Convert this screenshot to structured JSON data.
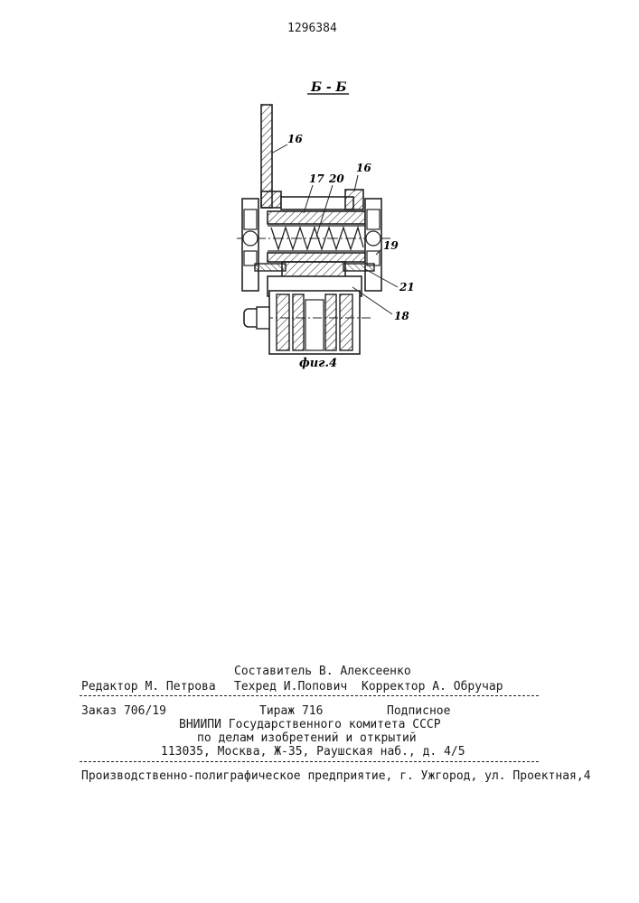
{
  "header": {
    "patent_number": "1296384"
  },
  "figure": {
    "section_label": "Б - Б",
    "caption": "фиг.4",
    "callouts": [
      "16",
      "17",
      "20",
      "16",
      "19",
      "21",
      "18"
    ]
  },
  "imprint": {
    "compiler": "Составитель В. Алексеенко",
    "editor": "Редактор М. Петрова",
    "techeditor": "Техред И.Попович",
    "corrector": "Корректор А. Обручар",
    "order": "Заказ 706/19",
    "circulation": "Тираж 716",
    "subscription": "Подписное",
    "org_line1": "ВНИИПИ Государственного комитета СССР",
    "org_line2": "по делам изобретений и открытий",
    "address": "113035, Москва, Ж-35, Раушская наб., д. 4/5",
    "printer": "Производственно-полиграфическое предприятие, г. Ужгород, ул. Проектная,4"
  }
}
